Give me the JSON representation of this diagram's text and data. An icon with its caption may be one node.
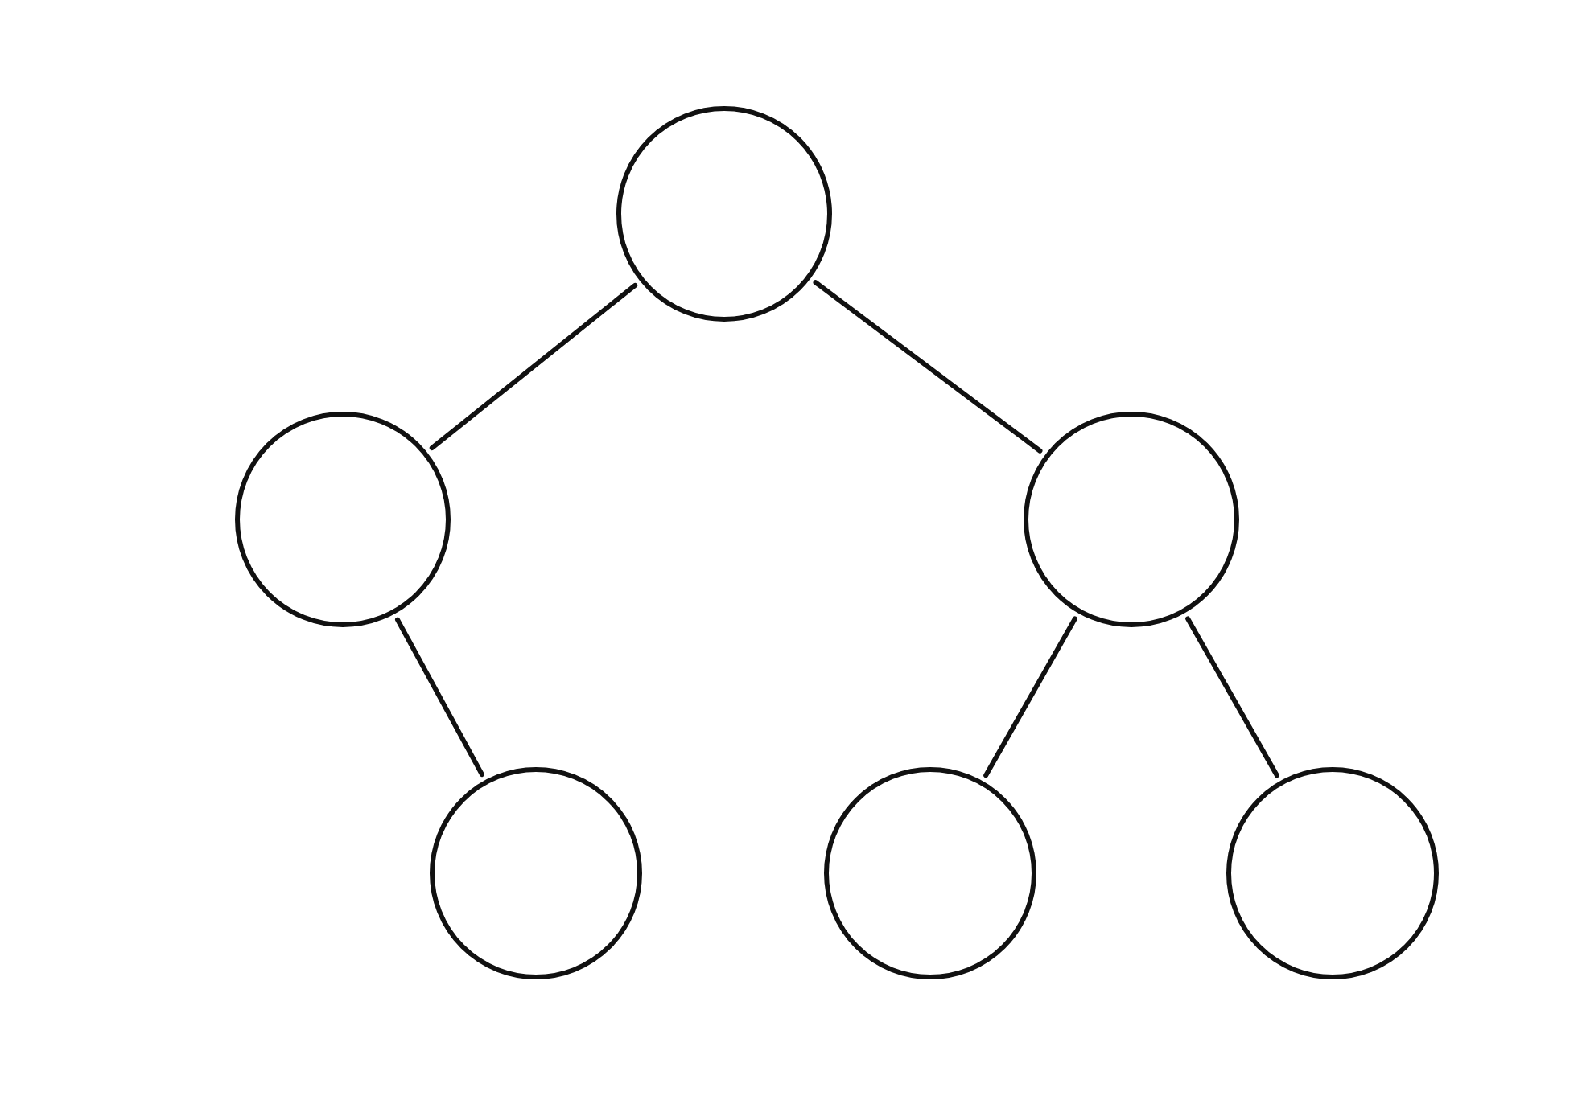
{
  "diagram": {
    "nodes": [
      {
        "text": [],
        "shape": "circle"
      },
      {
        "text": [],
        "shape": "circle"
      },
      {
        "text": [],
        "shape": "circle"
      },
      {
        "text": [],
        "shape": "circle"
      },
      {
        "text": [],
        "shape": "circle"
      },
      {
        "text": [],
        "shape": "circle"
      }
    ],
    "edges": [
      {
        "from": 0,
        "to": 1,
        "arrow": "none"
      },
      {
        "from": 0,
        "to": 2,
        "arrow": "none"
      },
      {
        "from": 1,
        "to": 3,
        "arrow": "none"
      },
      {
        "from": 2,
        "to": 4,
        "arrow": "none"
      },
      {
        "from": 2,
        "to": 5,
        "arrow": "none"
      }
    ]
  }
}
